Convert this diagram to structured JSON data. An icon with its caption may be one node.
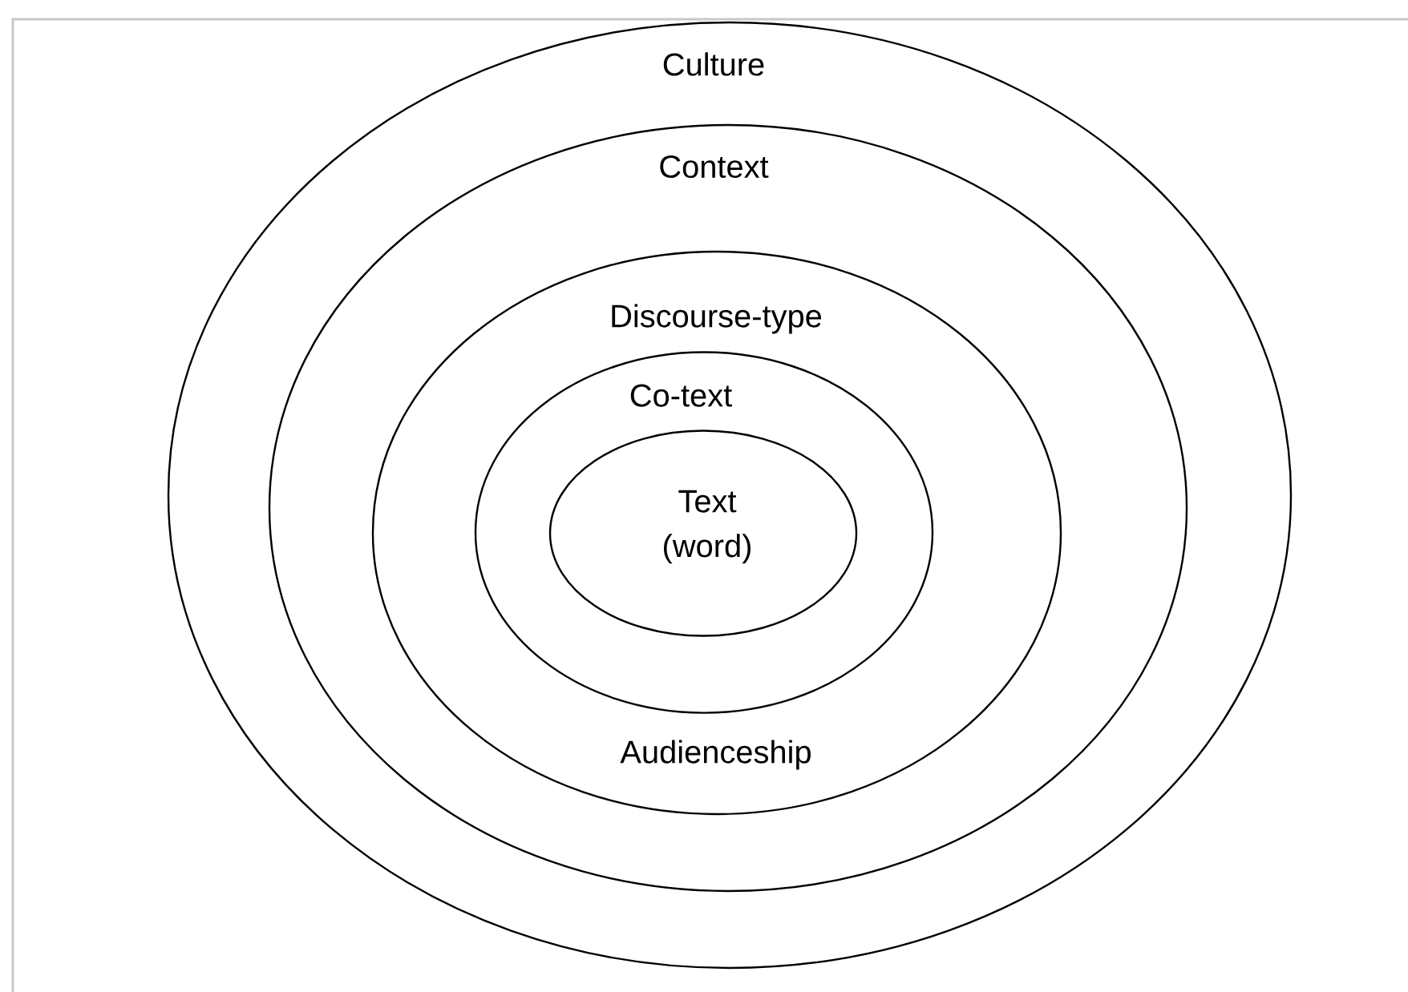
{
  "diagram": {
    "nodes": [
      {
        "text": [
          "Culture"
        ]
      },
      {
        "text": [
          "Context"
        ],
        "in": 0
      },
      {
        "text": [
          "Discourse-type",
          "Audienceship"
        ],
        "in": 1
      },
      {
        "text": [
          "Co-text"
        ],
        "in": 2
      },
      {
        "text": [
          "Text (word)"
        ],
        "in": 3
      }
    ]
  }
}
